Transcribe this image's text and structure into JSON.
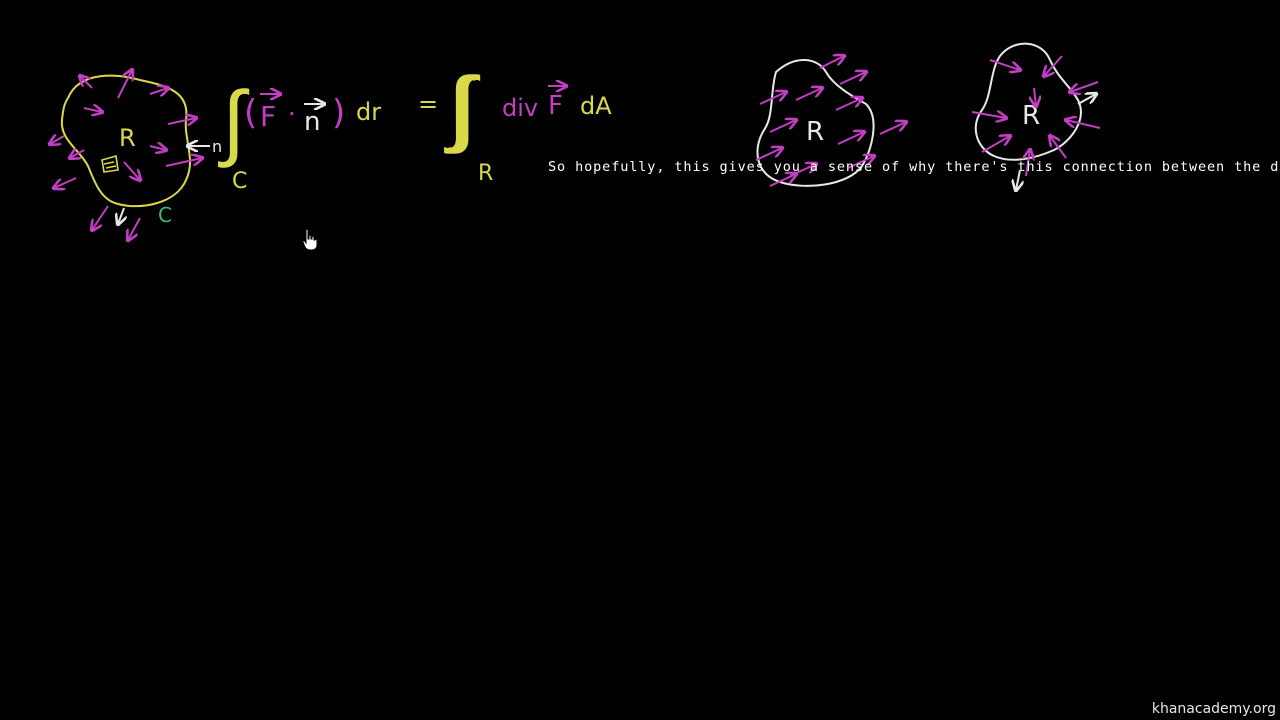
{
  "board": {
    "region_label": "R",
    "curve_label": "C",
    "normal_label": "n",
    "line_integral_symbol": "∫",
    "line_integral_sub": "C",
    "lhs_open": "(",
    "lhs_F": "F",
    "lhs_dot": "·",
    "lhs_n": "n",
    "lhs_close": ")",
    "lhs_dr": "dr",
    "equals": "=",
    "double_integral_symbol": "∫∫",
    "double_integral_sub": "R",
    "rhs_div": "div",
    "rhs_F": "F",
    "rhs_dA": "dA",
    "sketch2_label": "R",
    "sketch3_label": "R"
  },
  "caption": {
    "text": "So hopefully, this gives you a sense of why there's this connection between the dive"
  },
  "watermark": {
    "text": "khanacademy.org"
  },
  "icons": {
    "cursor": "hand-pointer-icon"
  },
  "colors": {
    "background": "#000000",
    "yellow": "#d9d94a",
    "magenta": "#c23ec2",
    "white": "#e8e8e8",
    "green": "#3cb878"
  }
}
